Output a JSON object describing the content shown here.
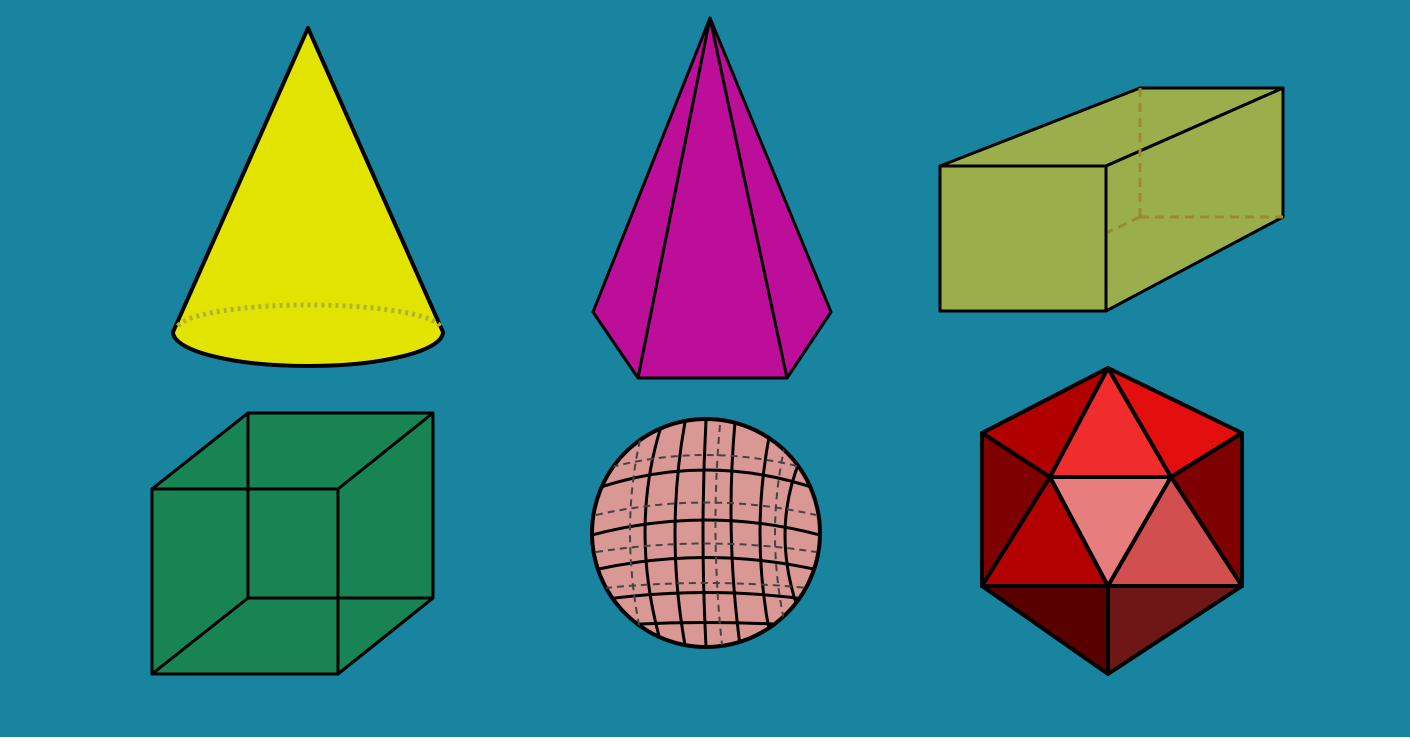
{
  "background": "#18849f",
  "bottom_strip": "#ffffff",
  "shapes": [
    {
      "name": "cone",
      "fill": "#e2e400"
    },
    {
      "name": "hexagonal-pyramid",
      "fill": "#bc0e99"
    },
    {
      "name": "rectangular-prism",
      "fill": "#9aaf4b"
    },
    {
      "name": "cube",
      "fill": "#198453"
    },
    {
      "name": "sphere",
      "fill": "#d99894"
    },
    {
      "name": "icosahedron",
      "fill": "#b00000"
    }
  ]
}
